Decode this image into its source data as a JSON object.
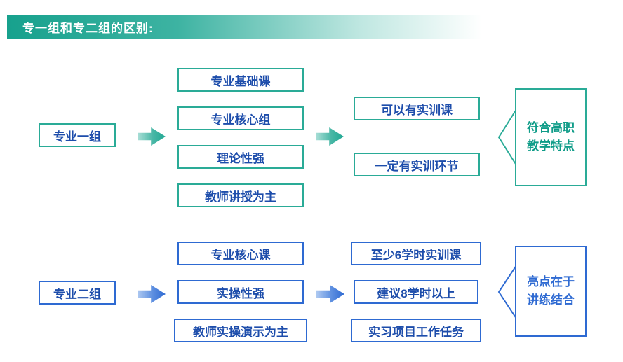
{
  "title": "专一组和专二组的区别:",
  "colors": {
    "teal_accent": "#2aab97",
    "teal_text": "#0f9c88",
    "blue_accent": "#2e6ad2",
    "body_text_blue": "#1d4dab",
    "header_gradient_start": "#17a18d",
    "header_text": "#ffffff"
  },
  "group1": {
    "label": "专业一组",
    "middle": [
      "专业基础课",
      "专业核心组",
      "理论性强",
      "教师讲授为主"
    ],
    "right": [
      "可以有实训课",
      "一定有实训环节"
    ],
    "summary_line1": "符合高职",
    "summary_line2": "教学特点"
  },
  "group2": {
    "label": "专业二组",
    "middle": [
      "专业核心课",
      "实操性强",
      "教师实操演示为主"
    ],
    "right": [
      "至少6学时实训课",
      "建议8学时以上",
      "实习项目工作任务"
    ],
    "summary_line1": "亮点在于",
    "summary_line2": "讲练结合"
  }
}
